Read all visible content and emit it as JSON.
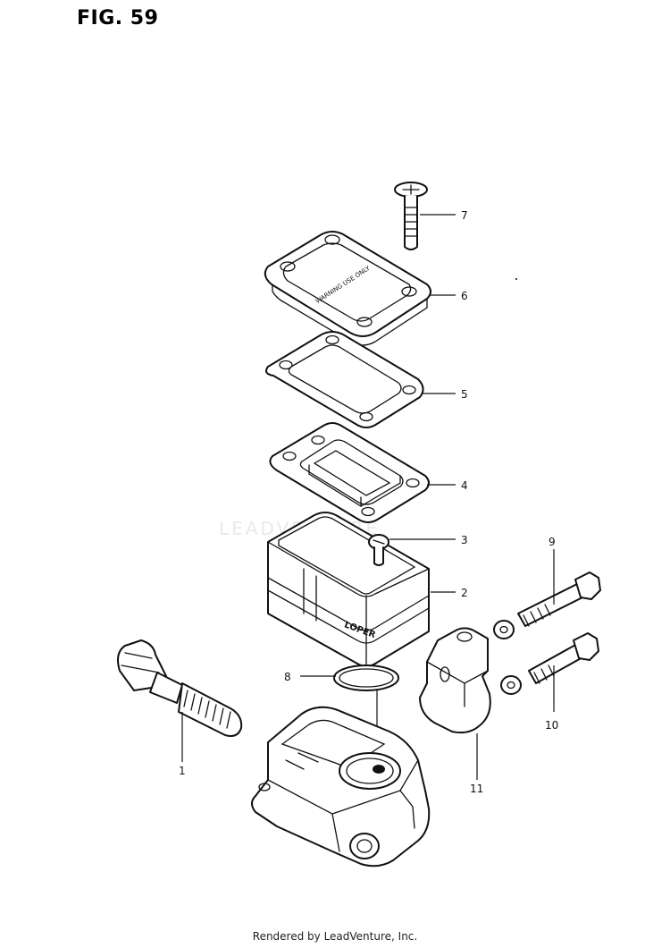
{
  "figure": {
    "title": "FIG. 59"
  },
  "watermark": "LEADVENTURE",
  "footer": {
    "text": "Rendered by LeadVenture, Inc."
  },
  "parts": [
    {
      "id": "screw",
      "number": "7"
    },
    {
      "id": "reservoir-cap",
      "number": "6",
      "cap_text": "WARNING USE ONLY"
    },
    {
      "id": "cap-gasket",
      "number": "5"
    },
    {
      "id": "diaphragm",
      "number": "4"
    },
    {
      "id": "bleeder-screw",
      "number": "3"
    },
    {
      "id": "reservoir-body",
      "number": "2",
      "body_text": "LOPER"
    },
    {
      "id": "o-ring",
      "number": "8"
    },
    {
      "id": "bolt-upper",
      "number": "9"
    },
    {
      "id": "bolt-lower",
      "number": "10"
    },
    {
      "id": "clamp",
      "number": "11"
    },
    {
      "id": "piston-assembly",
      "number": "1"
    }
  ]
}
